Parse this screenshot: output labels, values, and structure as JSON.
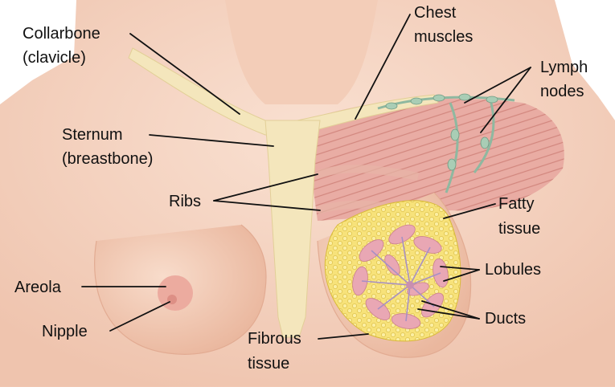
{
  "colors": {
    "background": "#ffffff",
    "skin": "#f5d3c0",
    "skin_shadow": "#e9b9a1",
    "bone": "#f4e6bc",
    "muscle": "#e5a39b",
    "muscle_fiber": "#cf7f78",
    "fat": "#f6df6b",
    "fat_outline": "#d8b93a",
    "lobule": "#e9a7b4",
    "duct": "#a790c4",
    "lymph": "#8fb8a0",
    "areola": "#ecab9f",
    "label_text": "#111111",
    "leader_line": "#111111"
  },
  "labels": {
    "collarbone": [
      "Collarbone",
      "(clavicle)"
    ],
    "chest_muscles": [
      "Chest",
      "muscles"
    ],
    "lymph_nodes": [
      "Lymph",
      "nodes"
    ],
    "sternum": [
      "Sternum",
      "(breastbone)"
    ],
    "ribs": [
      "Ribs"
    ],
    "fatty_tissue": [
      "Fatty",
      "tissue"
    ],
    "lobules": [
      "Lobules"
    ],
    "areola": [
      "Areola"
    ],
    "ducts": [
      "Ducts"
    ],
    "nipple": [
      "Nipple"
    ],
    "fibrous_tissue": [
      "Fibrous",
      "tissue"
    ]
  }
}
